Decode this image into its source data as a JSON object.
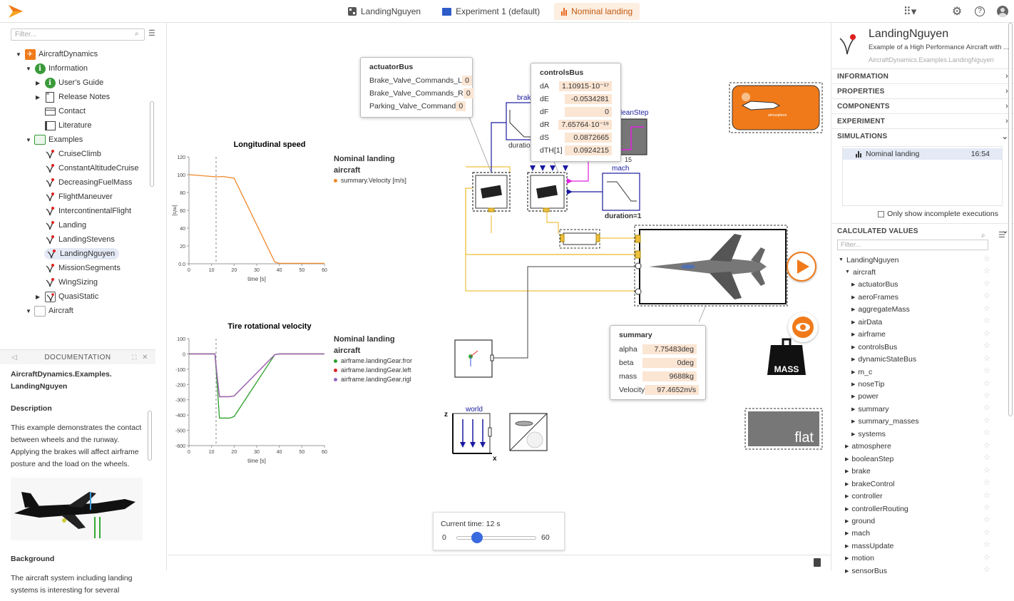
{
  "tabs": [
    {
      "label": "LandingNguyen"
    },
    {
      "label": "Experiment 1 (default)"
    },
    {
      "label": "Nominal landing"
    }
  ],
  "left": {
    "filter_placeholder": "Filter...",
    "tree": [
      "AircraftDynamics",
      "Information",
      "User's Guide",
      "Release Notes",
      "Contact",
      "Literature",
      "Examples",
      "CruiseClimb",
      "ConstantAltitudeCruise",
      "DecreasingFuelMass",
      "FlightManeuver",
      "IntercontinentalFlight",
      "Landing",
      "LandingStevens",
      "LandingNguyen",
      "MissionSegments",
      "WingSizing",
      "QuasiStatic",
      "Aircraft"
    ]
  },
  "doc": {
    "header": "DOCUMENTATION",
    "title": "AircraftDynamics.Examples. LandingNguyen",
    "description_heading": "Description",
    "description": "This example demonstrates the contact between wheels and the runway. Applying the brakes will affect airframe posture and the load on the wheels.",
    "background_heading": "Background",
    "background": "The aircraft system including landing systems is interesting for several"
  },
  "charts": {
    "speed": {
      "legend_group": "Nominal landing",
      "legend_sub": "aircraft",
      "legend_items": [
        "summary.Velocity [m/s]"
      ]
    },
    "tire": {
      "legend_group": "Nominal landing",
      "legend_sub": "aircraft",
      "legend_items": [
        "airframe.landingGear.fror",
        "airframe.landingGear.left",
        "airframe.landingGear.rigl"
      ]
    }
  },
  "chart_data": [
    {
      "type": "line",
      "title": "Longitudinal speed",
      "xlabel": "time [s]",
      "ylabel": "[m/s]",
      "xlim": [
        0,
        60
      ],
      "ylim": [
        0,
        120
      ],
      "xticks": [
        0,
        10,
        20,
        30,
        40,
        50,
        60
      ],
      "yticks": [
        0,
        20,
        40,
        60,
        80,
        100,
        120
      ],
      "ytick_labels": [
        "0.0",
        "20",
        "40",
        "60",
        "80",
        "100",
        "120"
      ],
      "marker_x": 12,
      "series": [
        {
          "name": "summary.Velocity [m/s]",
          "color": "#f0882a",
          "x": [
            0,
            10,
            12,
            15,
            20,
            38,
            40,
            60
          ],
          "y": [
            100,
            98,
            97.5,
            98,
            96,
            2,
            0.5,
            0.5
          ]
        }
      ]
    },
    {
      "type": "line",
      "title": "Tire rotational velocity",
      "xlabel": "time [s]",
      "ylabel": "",
      "xlim": [
        0,
        60
      ],
      "ylim": [
        -600,
        100
      ],
      "xticks": [
        0,
        10,
        20,
        30,
        40,
        50,
        60
      ],
      "yticks": [
        100,
        0,
        -100,
        -200,
        -300,
        -400,
        -500,
        -600
      ],
      "marker_x": 12,
      "series": [
        {
          "name": "airframe.landingGear.fror",
          "color": "#2ca02c",
          "x": [
            0,
            11.5,
            12.5,
            13.5,
            18,
            20,
            38,
            40,
            60
          ],
          "y": [
            0,
            0,
            -200,
            -420,
            -420,
            -410,
            -5,
            0,
            0
          ]
        },
        {
          "name": "airframe.landingGear.left",
          "color": "#d62728",
          "x": [
            0,
            11.5,
            12.5,
            13.5,
            18,
            20,
            38,
            40,
            60
          ],
          "y": [
            0,
            0,
            -150,
            -280,
            -280,
            -275,
            -5,
            0,
            0
          ]
        },
        {
          "name": "airframe.landingGear.rigl",
          "color": "#9467bd",
          "x": [
            0,
            11.5,
            12.5,
            13.5,
            18,
            20,
            38,
            40,
            60
          ],
          "y": [
            0,
            0,
            -150,
            -280,
            -280,
            -275,
            -5,
            0,
            0
          ]
        }
      ]
    }
  ],
  "diagram": {
    "actuatorBus": {
      "title": "actuatorBus",
      "rows": [
        {
          "k": "Brake_Valve_Commands_L",
          "v": "0"
        },
        {
          "k": "Brake_Valve_Commands_R",
          "v": "0"
        },
        {
          "k": "Parking_Valve_Command",
          "v": "0"
        }
      ]
    },
    "controlsBus": {
      "title": "controlsBus",
      "rows": [
        {
          "k": "dA",
          "v": "1.10915·10⁻¹⁷"
        },
        {
          "k": "dE",
          "v": "-0.0534281"
        },
        {
          "k": "dF",
          "v": "0"
        },
        {
          "k": "dR",
          "v": "7.65764·10⁻¹⁹"
        },
        {
          "k": "dS",
          "v": "0.0872665"
        },
        {
          "k": "dTH[1]",
          "v": "0.0924215"
        }
      ]
    },
    "summary": {
      "title": "summary",
      "rows": [
        {
          "k": "alpha",
          "v": "7.75483",
          "u": "deg"
        },
        {
          "k": "beta",
          "v": "0",
          "u": "deg"
        },
        {
          "k": "mass",
          "v": "9688",
          "u": "kg"
        },
        {
          "k": "Velocity",
          "v": "97.4652",
          "u": "m/s"
        }
      ]
    },
    "labels": {
      "brake": "brake",
      "duration_brake": "duration",
      "booleanStep": "leanStep",
      "booleanStep_num": "15",
      "mach": "mach",
      "duration_mach": "duration=1",
      "atmosphere": "atmosphere",
      "mass": "MASS",
      "flat": "flat",
      "world": "world",
      "z": "z",
      "x": "x"
    }
  },
  "slider": {
    "label": "Current time: 12 s",
    "min": "0",
    "max": "60",
    "value_fraction": 0.2
  },
  "right": {
    "title": "LandingNguyen",
    "subtitle": "Example of a High Performance Aircraft with ...",
    "path": "AircraftDynamics.Examples.LandingNguyen",
    "sections": [
      "INFORMATION",
      "PROPERTIES",
      "COMPONENTS",
      "EXPERIMENT",
      "SIMULATIONS"
    ],
    "simulation": {
      "name": "Nominal landing",
      "time": "16:54"
    },
    "incomplete_label": "Only show incomplete executions",
    "calc_heading": "CALCULATED VALUES",
    "calc_filter": "Filter...",
    "calc_tree": [
      {
        "label": "LandingNguyen",
        "lvl": 0,
        "open": true
      },
      {
        "label": "aircraft",
        "lvl": 1,
        "open": true
      },
      {
        "label": "actuatorBus",
        "lvl": 2
      },
      {
        "label": "aeroFrames",
        "lvl": 2
      },
      {
        "label": "aggregateMass",
        "lvl": 2
      },
      {
        "label": "airData",
        "lvl": 2
      },
      {
        "label": "airframe",
        "lvl": 2
      },
      {
        "label": "controlsBus",
        "lvl": 2
      },
      {
        "label": "dynamicStateBus",
        "lvl": 2
      },
      {
        "label": "m_c",
        "lvl": 2
      },
      {
        "label": "noseTip",
        "lvl": 2
      },
      {
        "label": "power",
        "lvl": 2
      },
      {
        "label": "summary",
        "lvl": 2
      },
      {
        "label": "summary_masses",
        "lvl": 2
      },
      {
        "label": "systems",
        "lvl": 2
      },
      {
        "label": "atmosphere",
        "lvl": 1
      },
      {
        "label": "booleanStep",
        "lvl": 1
      },
      {
        "label": "brake",
        "lvl": 1
      },
      {
        "label": "brakeControl",
        "lvl": 1
      },
      {
        "label": "controller",
        "lvl": 1
      },
      {
        "label": "controllerRouting",
        "lvl": 1
      },
      {
        "label": "ground",
        "lvl": 1
      },
      {
        "label": "mach",
        "lvl": 1
      },
      {
        "label": "massUpdate",
        "lvl": 1
      },
      {
        "label": "motion",
        "lvl": 1
      },
      {
        "label": "sensorBus",
        "lvl": 1
      }
    ]
  },
  "colors": {
    "accent": "#f07a1a",
    "selection": "#e3e9f5",
    "valuebg": "#fbe5d3",
    "diagramBlue": "#1a1aa0"
  }
}
